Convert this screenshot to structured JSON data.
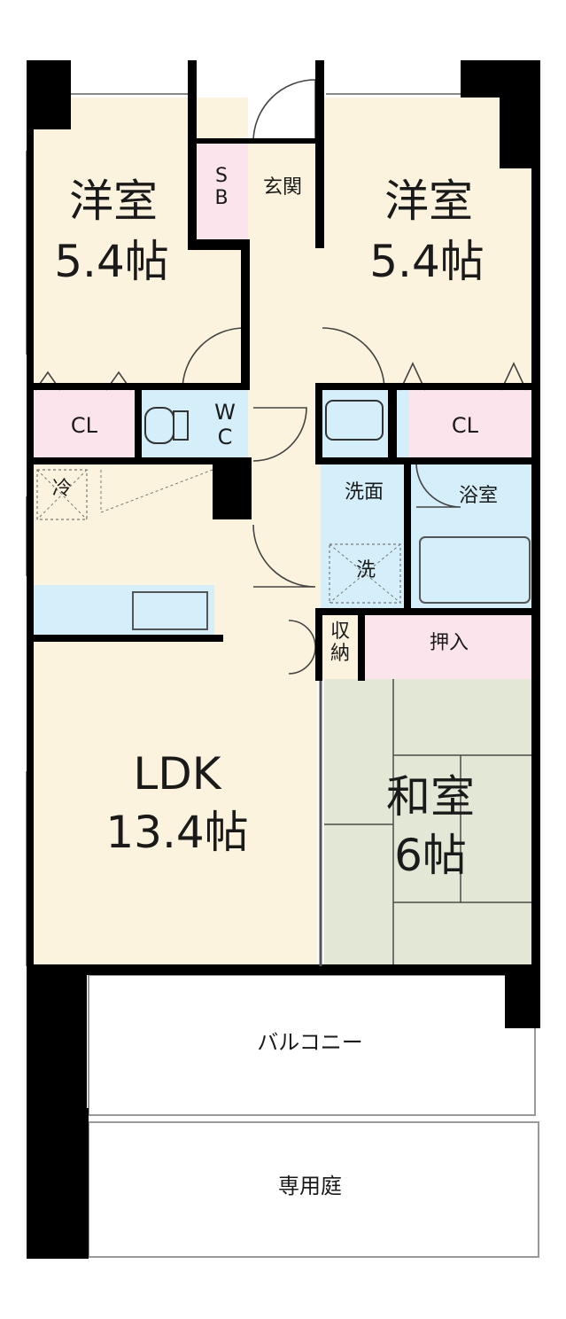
{
  "rooms": {
    "western_left": {
      "name": "洋室",
      "size": "5.4帖"
    },
    "western_right": {
      "name": "洋室",
      "size": "5.4帖"
    },
    "ldk": {
      "name": "LDK",
      "size": "13.4帖"
    },
    "japanese": {
      "name": "和室",
      "size": "6帖"
    }
  },
  "labels": {
    "shoe_box": "SB",
    "entrance": "玄関",
    "closet_left": "CL",
    "closet_right": "CL",
    "toilet": "WC",
    "fridge": "冷",
    "washroom": "洗面",
    "bathroom": "浴室",
    "washer": "洗",
    "storage": "収納",
    "oshiire": "押入",
    "balcony": "バルコニー",
    "private_garden": "専用庭"
  },
  "colors": {
    "room_floor": "#fbf3dd",
    "closet": "#fce4ec",
    "wet_area": "#d4eefa",
    "tatami": "#e3e8d6",
    "wall": "#000000"
  }
}
